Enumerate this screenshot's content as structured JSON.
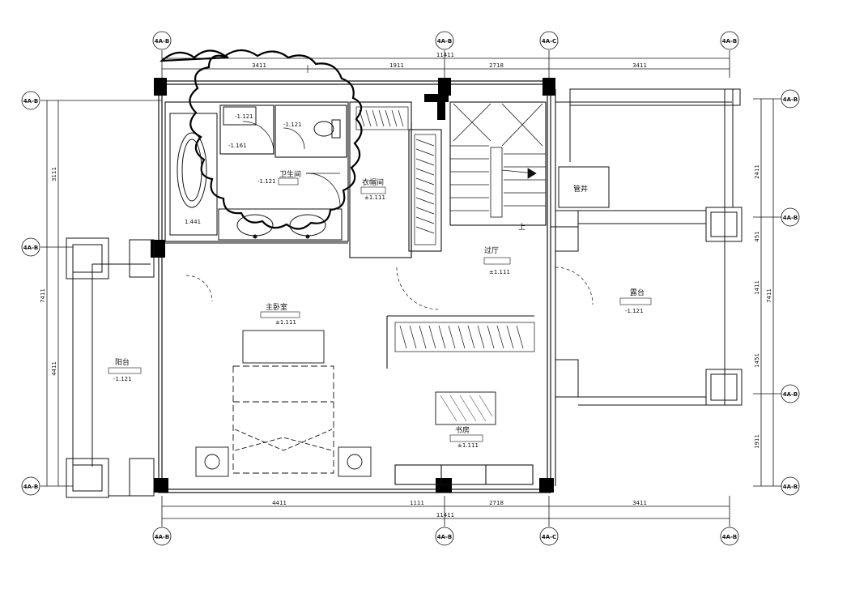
{
  "grid_top": [
    "4A-B",
    "4A-B",
    "4A-C",
    "4A-B"
  ],
  "grid_bottom": [
    "4A-B",
    "4A-B",
    "4A-C",
    "4A-B"
  ],
  "grid_left": [
    "4A-B",
    "4A-B",
    "4A-B"
  ],
  "grid_right": [
    "4A-B",
    "4A-B",
    "4A-B",
    "4A-B"
  ],
  "dims_top": {
    "overall": "11411",
    "segments": [
      "3411",
      "1911",
      "2718",
      "3411"
    ]
  },
  "dims_bottom": {
    "overall": "11411",
    "segments": [
      "4411",
      "1111",
      "2718",
      "3411"
    ]
  },
  "dims_left": {
    "overall": "7411",
    "segments": [
      "3111",
      "4411"
    ]
  },
  "dims_right": {
    "overall": "7411",
    "segments": [
      "2411",
      "451",
      "1411",
      "1451",
      "1911"
    ]
  },
  "rooms": {
    "bathroom": {
      "label": "卫生间",
      "level": "-1.121"
    },
    "walkin_closet": {
      "label": "衣帽间",
      "level": "±1.111"
    },
    "hall": {
      "label": "过厅",
      "level": "±1.111"
    },
    "master_bedroom": {
      "label": "主卧室",
      "level": "±1.111"
    },
    "study": {
      "label": "书房",
      "level": "±1.111"
    },
    "terrace": {
      "label": "露台",
      "level": "-1.121"
    },
    "balcony": {
      "label": "阳台",
      "level": "-1.121"
    },
    "shaft": {
      "label": "管井"
    },
    "stair_up": {
      "label": "上"
    }
  },
  "fixture_levels": {
    "wc_level": "-1.121",
    "wc_level_2": "-1.121",
    "tub_level": "-1.161",
    "basin_level": "1.441"
  },
  "colors": {
    "ink": "#111111",
    "cloud": "#000000",
    "paper": "#ffffff"
  }
}
